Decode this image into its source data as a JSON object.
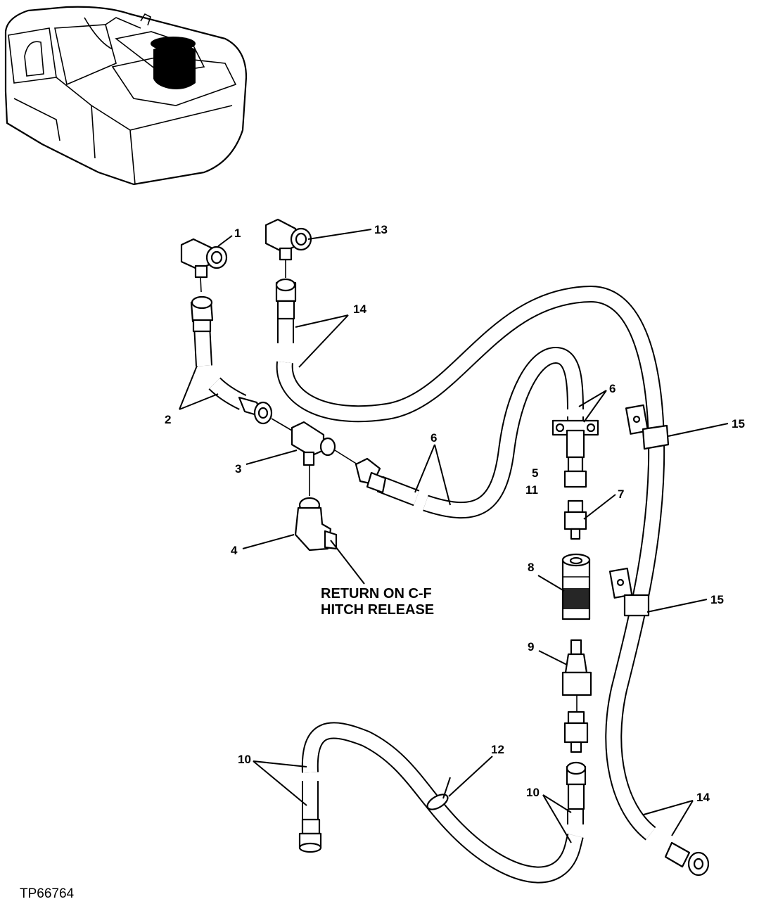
{
  "figure_id": "TP66764",
  "note": {
    "line1": "RETURN ON C-F",
    "line2": "HITCH RELEASE"
  },
  "callouts": {
    "c1": "1",
    "c2": "2",
    "c3": "3",
    "c4": "4",
    "c5": "5",
    "c11": "11",
    "c6a": "6",
    "c6b": "6",
    "c7": "7",
    "c8": "8",
    "c9": "9",
    "c10a": "10",
    "c10b": "10",
    "c12": "12",
    "c13": "13",
    "c14a": "14",
    "c14b": "14",
    "c15a": "15",
    "c15b": "15"
  },
  "colors": {
    "line": "#000000",
    "background": "#ffffff"
  }
}
